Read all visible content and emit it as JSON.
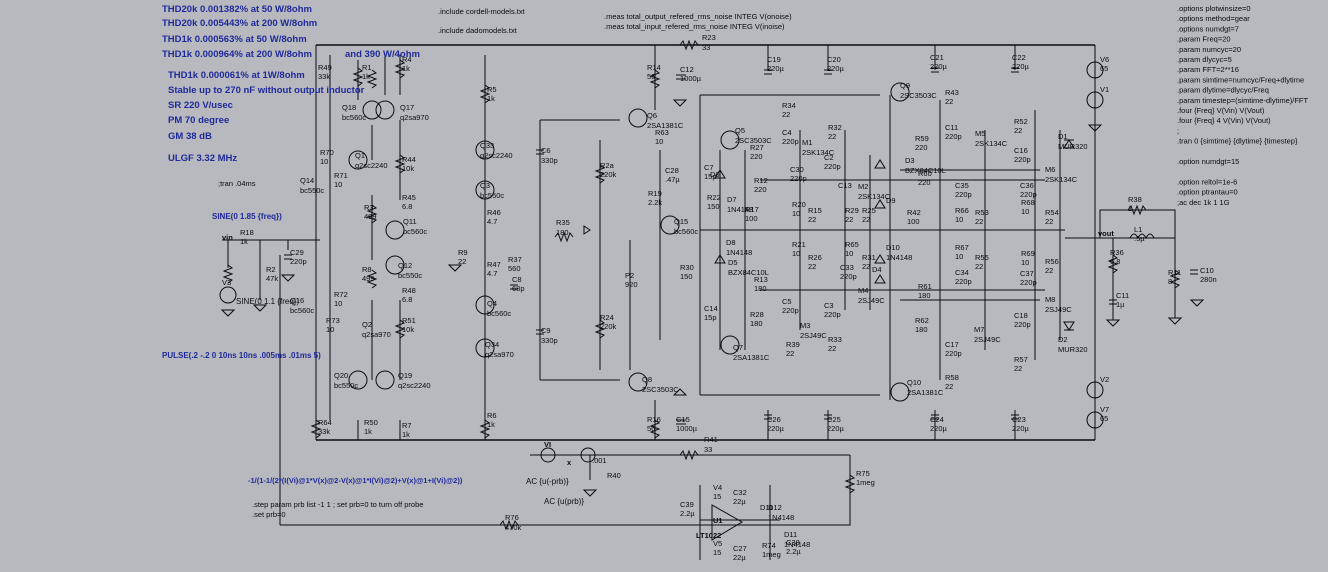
{
  "notes": {
    "thd1": "THD20k 0.001382% at 50 W/8ohm",
    "thd2": "THD20k 0.005443% at 200 W/8ohm",
    "thd3": "THD1k 0.000563% at 50 W/8ohm",
    "thd4": "THD1k 0.000964% at 200 W/8ohm",
    "thd4b": "and 390 W/4ohm",
    "thd5": "THD1k 0.000061% at 1W/8ohm",
    "stable": "Stable up to 270 nF without output inductor",
    "sr": "SR 220 V/usec",
    "pm": "PM  70 degree",
    "gm": "GM  38 dB",
    "ulgf": "ULGF 3.32 MHz"
  },
  "directives": {
    "inc1": ".include cordell-models.txt",
    "inc2": ".include dadomodels.txt",
    "meas1": ".meas total_output_refered_rms_noise INTEG V(onoise)",
    "meas2": ".meas total_input_refered_rms_noise INTEG V(inoise)",
    "tran": ";tran .04ms",
    "step": ".step param prb list -1 1 ; set prb=0 to turn off probe",
    "setprb": ".set prb=0",
    "expr": "-1/(1-1/(2*(I(Vi)@1*V(x)@2-V(x)@1*I(Vi)@2)+V(x)@1+I(Vi)@2))",
    "options": [
      ".options plotwinsize=0",
      ".options method=gear",
      ".options numdgt=7",
      ".param Freq=20",
      ".param numcyc=20",
      ".param dlycyc=5",
      ".param FFT=2**16",
      ".param simtime=numcyc/Freq+dlytime",
      ".param dlytime=dlycyc/Freq",
      ".param timestep=(simtime-dlytime)/FFT",
      ".four {Freq} V(Vin) V(Vout)",
      ".four {Freq} 4 V(Vin) V(Vout)",
      ";",
      ".tran 0 {simtime} {dlytime} {timestep}",
      "",
      ".option numdgt=15",
      "",
      ".option reltol=1e-6",
      ".option ptrantau=0",
      ";ac dec 1k 1 1G"
    ]
  },
  "sources": {
    "sine_top": "SINE(0 1.85 {freq})",
    "sine_v3": "SINE(0 1.1 {freq})",
    "pulse": "PULSE(.2 -.2 0 10ns 10ns .005ms .01ms 5)",
    "ac1": "AC {u(-prb)}",
    "ac2": "AC {u(prb)}"
  },
  "nets": {
    "vin": "vin",
    "vout": "vout",
    "vi": "VI",
    "x": "x",
    "u1": "U1",
    "lt1022": "LT1022"
  },
  "components": [
    {
      "ref": "R49",
      "value": "33k"
    },
    {
      "ref": "R1",
      "value": "1k"
    },
    {
      "ref": "R4",
      "value": "1k"
    },
    {
      "ref": "R5",
      "value": "1k"
    },
    {
      "ref": "R14",
      "value": "56"
    },
    {
      "ref": "C12",
      "value": "1000µ"
    },
    {
      "ref": "R23",
      "value": "33"
    },
    {
      "ref": "C19",
      "value": "220µ"
    },
    {
      "ref": "C20",
      "value": "220µ"
    },
    {
      "ref": "C21",
      "value": "220µ"
    },
    {
      "ref": "C22",
      "value": "220µ"
    },
    {
      "ref": "V6",
      "value": "65"
    },
    {
      "ref": "V1",
      "value": ""
    },
    {
      "ref": "Q18",
      "value": "bc560c"
    },
    {
      "ref": "Q17",
      "value": "q2sa970"
    },
    {
      "ref": "R70",
      "value": "10"
    },
    {
      "ref": "Q1",
      "value": "q2sc2240"
    },
    {
      "ref": "R44",
      "value": "10k"
    },
    {
      "ref": "Q33",
      "value": "q2sc2240"
    },
    {
      "ref": "C6",
      "value": "330p"
    },
    {
      "ref": "Q6",
      "value": "2SA1381C"
    },
    {
      "ref": "R63",
      "value": "10"
    },
    {
      "ref": "Q5",
      "value": "2SC3503C"
    },
    {
      "ref": "R34",
      "value": "22"
    },
    {
      "ref": "C4",
      "value": "220p"
    },
    {
      "ref": "M1",
      "value": "2SK134C"
    },
    {
      "ref": "R32",
      "value": "22"
    },
    {
      "ref": "Q9",
      "value": "2SC3503C"
    },
    {
      "ref": "R43",
      "value": "22"
    },
    {
      "ref": "C11b",
      "value": "220p"
    },
    {
      "ref": "M5",
      "value": "2SK134C"
    },
    {
      "ref": "R52",
      "value": "22"
    },
    {
      "ref": "D1",
      "value": "MUR320"
    },
    {
      "ref": "Q14",
      "value": "bc550c"
    },
    {
      "ref": "R71",
      "value": "10"
    },
    {
      "ref": "R3",
      "value": "499"
    },
    {
      "ref": "Q3",
      "value": "bc550c"
    },
    {
      "ref": "R45",
      "value": "6.8"
    },
    {
      "ref": "R46",
      "value": "4.7"
    },
    {
      "ref": "R2a",
      "value": "220k"
    },
    {
      "ref": "R19",
      "value": "2.2k"
    },
    {
      "ref": "C28",
      "value": ".47µ"
    },
    {
      "ref": "C7",
      "value": "15p"
    },
    {
      "ref": "D6",
      "value": ""
    },
    {
      "ref": "R27",
      "value": "220"
    },
    {
      "ref": "C2",
      "value": "220p"
    },
    {
      "ref": "C30",
      "value": "220p"
    },
    {
      "ref": "R12",
      "value": "220"
    },
    {
      "ref": "R59",
      "value": "220"
    },
    {
      "ref": "D3",
      "value": "BZX84C10L"
    },
    {
      "ref": "C16",
      "value": "220p"
    },
    {
      "ref": "M6",
      "value": "2SK134C"
    },
    {
      "ref": "R60",
      "value": "220"
    },
    {
      "ref": "C35",
      "value": "220p"
    },
    {
      "ref": "C36",
      "value": "220p"
    },
    {
      "ref": "C13",
      "value": ""
    },
    {
      "ref": "Q11",
      "value": "bc560c"
    },
    {
      "ref": "R35",
      "value": "180"
    },
    {
      "ref": "Q15",
      "value": "bc560c"
    },
    {
      "ref": "R22",
      "value": "150"
    },
    {
      "ref": "D7",
      "value": "1N4148"
    },
    {
      "ref": "R17",
      "value": "100"
    },
    {
      "ref": "R20",
      "value": "10"
    },
    {
      "ref": "R15",
      "value": "22"
    },
    {
      "ref": "M2",
      "value": "2SK134C"
    },
    {
      "ref": "R29",
      "value": "22"
    },
    {
      "ref": "R25",
      "value": "22"
    },
    {
      "ref": "D9",
      "value": ""
    },
    {
      "ref": "R42",
      "value": "100"
    },
    {
      "ref": "R66",
      "value": "10"
    },
    {
      "ref": "R53",
      "value": "22"
    },
    {
      "ref": "R68",
      "value": "10"
    },
    {
      "ref": "R54",
      "value": "22"
    },
    {
      "ref": "V3",
      "value": ""
    },
    {
      "ref": "R18",
      "value": "1k"
    },
    {
      "ref": "R2",
      "value": "47k"
    },
    {
      "ref": "C29",
      "value": "220p"
    },
    {
      "ref": "R9",
      "value": "22"
    },
    {
      "ref": "R37",
      "value": "560"
    },
    {
      "ref": "R47",
      "value": "4.7"
    },
    {
      "ref": "Q12",
      "value": "bc550c"
    },
    {
      "ref": "R8",
      "value": "499"
    },
    {
      "ref": "R48",
      "value": "6.8"
    },
    {
      "ref": "C8",
      "value": "68p"
    },
    {
      "ref": "D8",
      "value": "1N4148"
    },
    {
      "ref": "D5",
      "value": "BZX84C10L"
    },
    {
      "ref": "R30",
      "value": "150"
    },
    {
      "ref": "R21",
      "value": "10"
    },
    {
      "ref": "R26",
      "value": "22"
    },
    {
      "ref": "R65",
      "value": "10"
    },
    {
      "ref": "R31",
      "value": "22"
    },
    {
      "ref": "D10",
      "value": "1N4148"
    },
    {
      "ref": "D4",
      "value": ""
    },
    {
      "ref": "C33",
      "value": "220p"
    },
    {
      "ref": "C34",
      "value": "220p"
    },
    {
      "ref": "C37",
      "value": "220p"
    },
    {
      "ref": "R67",
      "value": "10"
    },
    {
      "ref": "R55",
      "value": "22"
    },
    {
      "ref": "R69",
      "value": "10"
    },
    {
      "ref": "R56",
      "value": "22"
    },
    {
      "ref": "R36",
      "value": "6.8"
    },
    {
      "ref": "C11",
      "value": "1µ"
    },
    {
      "ref": "R38",
      "value": "1"
    },
    {
      "ref": "L1",
      "value": ".5µ"
    },
    {
      "ref": "R11",
      "value": "8"
    },
    {
      "ref": "C10",
      "value": "280n"
    },
    {
      "ref": "P2",
      "value": "920"
    },
    {
      "ref": "R13",
      "value": "180"
    },
    {
      "ref": "M4",
      "value": "2SJ49C"
    },
    {
      "ref": "R61",
      "value": "180"
    },
    {
      "ref": "M8",
      "value": "2SJ49C"
    },
    {
      "ref": "Q16",
      "value": "bc560c"
    },
    {
      "ref": "R72",
      "value": "10"
    },
    {
      "ref": "R73",
      "value": "10"
    },
    {
      "ref": "Q2",
      "value": "q2sa970"
    },
    {
      "ref": "R51",
      "value": "10k"
    },
    {
      "ref": "Q4",
      "value": "bc560c"
    },
    {
      "ref": "Q34",
      "value": "q2sa970"
    },
    {
      "ref": "C9",
      "value": "330p"
    },
    {
      "ref": "R24",
      "value": "220k"
    },
    {
      "ref": "C14",
      "value": "15p"
    },
    {
      "ref": "R28",
      "value": "180"
    },
    {
      "ref": "C5",
      "value": "220p"
    },
    {
      "ref": "M3",
      "value": "2SJ49C"
    },
    {
      "ref": "R39",
      "value": "22"
    },
    {
      "ref": "C3",
      "value": "220p"
    },
    {
      "ref": "R33",
      "value": "22"
    },
    {
      "ref": "R62",
      "value": "180"
    },
    {
      "ref": "M7",
      "value": "2SJ49C"
    },
    {
      "ref": "C17",
      "value": "220p"
    },
    {
      "ref": "C18",
      "value": "220p"
    },
    {
      "ref": "R57",
      "value": "22"
    },
    {
      "ref": "D2",
      "value": "MUR320"
    },
    {
      "ref": "Q7",
      "value": "2SA1381C"
    },
    {
      "ref": "Q20",
      "value": "bc550c"
    },
    {
      "ref": "Q19",
      "value": "q2sc2240"
    },
    {
      "ref": "Q8",
      "value": "2SC3503C"
    },
    {
      "ref": "Q10",
      "value": "2SA1381C"
    },
    {
      "ref": "R58",
      "value": "22"
    },
    {
      "ref": "V2",
      "value": ""
    },
    {
      "ref": "V7",
      "value": "65"
    },
    {
      "ref": "R64",
      "value": "33k"
    },
    {
      "ref": "R50",
      "value": "1k"
    },
    {
      "ref": "R7",
      "value": "1k"
    },
    {
      "ref": "R6",
      "value": "1k"
    },
    {
      "ref": "R16",
      "value": "56"
    },
    {
      "ref": "C15",
      "value": "1000µ"
    },
    {
      "ref": "C26",
      "value": "220µ"
    },
    {
      "ref": "C25",
      "value": "220µ"
    },
    {
      "ref": "C24",
      "value": "220µ"
    },
    {
      "ref": "C23",
      "value": "220µ"
    },
    {
      "ref": "R41",
      "value": "33"
    },
    {
      "ref": "R40",
      "value": ".001"
    },
    {
      "ref": "R75",
      "value": "1meg"
    },
    {
      "ref": "R76",
      "value": "470k"
    },
    {
      "ref": "C39",
      "value": "2.2µ"
    },
    {
      "ref": "V4",
      "value": "15"
    },
    {
      "ref": "C32",
      "value": "22µ"
    },
    {
      "ref": "D11",
      "value": ""
    },
    {
      "ref": "D12",
      "value": "1N4148"
    },
    {
      "ref": "V5",
      "value": "15"
    },
    {
      "ref": "C27",
      "value": "22µ"
    },
    {
      "ref": "R74",
      "value": "1meg"
    },
    {
      "ref": "C38",
      "value": "2.2µ"
    },
    {
      "ref": "D11b",
      "value": "1N4148"
    }
  ]
}
